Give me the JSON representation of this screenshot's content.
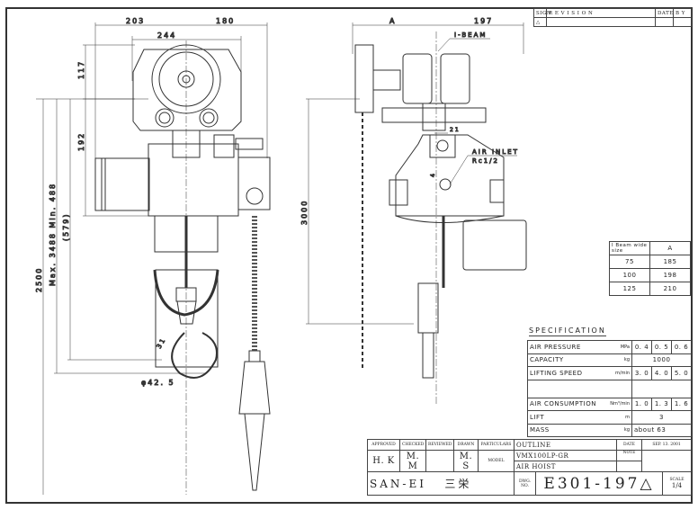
{
  "revision": {
    "sign_label": "SIGN",
    "revision_label": "R E V I S I O N",
    "date_label": "DATE",
    "by_label": "B Y",
    "mark": "△"
  },
  "left_view": {
    "dims": {
      "d203": "203",
      "d180": "180",
      "d244": "244",
      "d117": "117",
      "d192": "192",
      "d2500": "2500",
      "stroke": "Max. 3488 Min. 488",
      "d579": "(579)",
      "hook_dia": "φ42. 5",
      "hook_open": "31"
    }
  },
  "right_view": {
    "dims": {
      "a": "A",
      "d197": "197",
      "d21": "21",
      "d4": "4",
      "d3000": "3000"
    },
    "i_beam_label": "I-BEAM",
    "air_inlet_label": "AIR INLET",
    "air_inlet_size": "Rc1/2"
  },
  "beam_table": {
    "header_col1": "I Beam wide size",
    "header_col2": "A",
    "rows": [
      {
        "size": "75",
        "a": "185"
      },
      {
        "size": "100",
        "a": "198"
      },
      {
        "size": "125",
        "a": "210"
      }
    ]
  },
  "specification": {
    "title": "SPECIFICATION",
    "rows": [
      {
        "label": "AIR PRESSURE",
        "unit": "MPa",
        "values": [
          "0. 4",
          "0. 5",
          "0. 6"
        ]
      },
      {
        "label": "CAPACITY",
        "unit": "kg",
        "value": "1000"
      },
      {
        "label": "LIFTING SPEED",
        "unit": "m/min",
        "values": [
          "3. 0",
          "4. 0",
          "5. 0"
        ]
      },
      {
        "label": "",
        "unit": "",
        "value": ""
      },
      {
        "label": "AIR CONSUMPTION",
        "unit": "Nm³/min",
        "values": [
          "1. 0",
          "1. 3",
          "1. 6"
        ]
      },
      {
        "label": "LIFT",
        "unit": "m",
        "value": "3"
      },
      {
        "label": "MASS",
        "unit": "kg",
        "value": "about 63"
      }
    ]
  },
  "title_block": {
    "approved_label": "APPROVED",
    "checked_label": "CHECKED",
    "reviewed_label": "REVIEWED",
    "drawn_label": "DRAWN",
    "particulars_label": "PARTICULARS",
    "outline": "OUTLINE",
    "date_label": "DATE",
    "date": "SEP. 13. 2001",
    "approved": "H. K",
    "checked": "M. M",
    "reviewed": "",
    "drawn": "M. S",
    "model_label": "MODEL",
    "model": "VMX100LP-GR",
    "product": "AIR HOIST",
    "note_label": "NOTE",
    "company": "SAN-EI",
    "company_jp": "三栄",
    "dwg_no_label": "DWG. NO.",
    "dwg_no": "E301-197",
    "rev_mark": "△",
    "scale_label": "SCALE",
    "scale": "1/4"
  }
}
